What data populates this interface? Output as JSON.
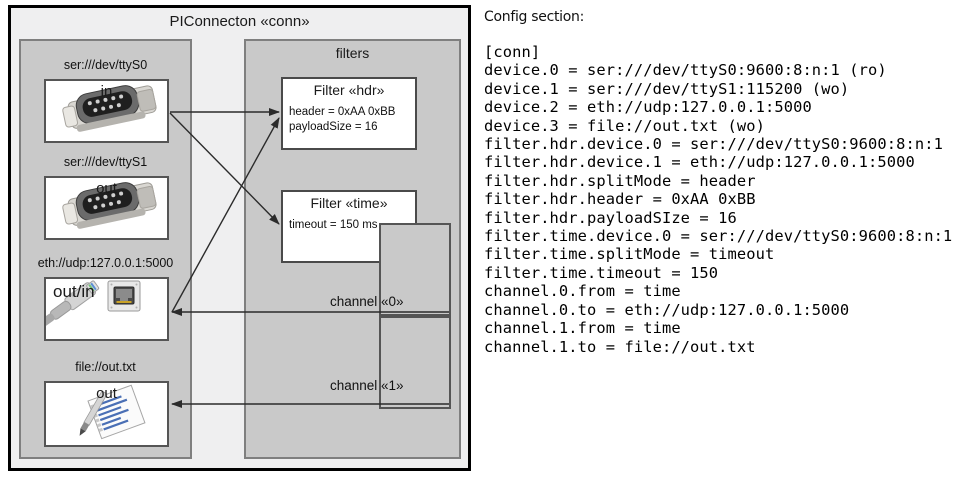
{
  "diagram": {
    "title": "PIConnecton «conn»",
    "devices_group": {
      "name": "devices-group",
      "items": [
        {
          "caption": "ser:///dev/ttyS0",
          "tile_label": "in",
          "icon": "serial-port-icon",
          "label_align": "center"
        },
        {
          "caption": "ser:///dev/ttyS1",
          "tile_label": "out",
          "icon": "serial-port-icon",
          "label_align": "center"
        },
        {
          "caption": "eth://udp:127.0.0.1:5000",
          "tile_label": "out/in",
          "icon": "ethernet-jack-icon",
          "label_align": "left"
        },
        {
          "caption": "file://out.txt",
          "tile_label": "out",
          "icon": "text-document-icon",
          "label_align": "center"
        }
      ]
    },
    "filters_group": {
      "title": "filters",
      "filters": [
        {
          "title": "Filter «hdr»",
          "props": [
            "header = 0xAA 0xBB",
            "payloadSize = 16"
          ]
        },
        {
          "title": "Filter «time»",
          "props": [
            "timeout = 150 ms"
          ]
        }
      ],
      "channels": [
        {
          "label": "channel «0»"
        },
        {
          "label": "channel «1»"
        }
      ]
    }
  },
  "config": {
    "heading": "Config section:",
    "lines": [
      "[conn]",
      "device.0 = ser:///dev/ttyS0:9600:8:n:1 (ro)",
      "device.1 = ser:///dev/ttyS1:115200 (wo)",
      "device.2 = eth://udp:127.0.0.1:5000",
      "device.3 = file://out.txt (wo)",
      "filter.hdr.device.0 = ser:///dev/ttyS0:9600:8:n:1",
      "filter.hdr.device.1 = eth://udp:127.0.0.1:5000",
      "filter.hdr.splitMode = header",
      "filter.hdr.header = 0xAA 0xBB",
      "filter.hdr.payloadSIze = 16",
      "filter.time.device.0 = ser:///dev/ttyS0:9600:8:n:1",
      "filter.time.splitMode = timeout",
      "filter.time.timeout = 150",
      "channel.0.from = time",
      "channel.0.to = eth://udp:127.0.0.1:5000",
      "channel.1.from = time",
      "channel.1.to = file://out.txt"
    ],
    "text": "[conn]\ndevice.0 = ser:///dev/ttyS0:9600:8:n:1 (ro)\ndevice.1 = ser:///dev/ttyS1:115200 (wo)\ndevice.2 = eth://udp:127.0.0.1:5000\ndevice.3 = file://out.txt (wo)\nfilter.hdr.device.0 = ser:///dev/ttyS0:9600:8:n:1\nfilter.hdr.device.1 = eth://udp:127.0.0.1:5000\nfilter.hdr.splitMode = header\nfilter.hdr.header = 0xAA 0xBB\nfilter.hdr.payloadSIze = 16\nfilter.time.device.0 = ser:///dev/ttyS0:9600:8:n:1\nfilter.time.splitMode = timeout\nfilter.time.timeout = 150\nchannel.0.from = time\nchannel.0.to = eth://udp:127.0.0.1:5000\nchannel.1.from = time\nchannel.1.to = file://out.txt"
  },
  "colors": {
    "page_background": "#ffffff",
    "frame_background": "#efeff0",
    "group_background": "#c9c9c9",
    "group_border": "#7f7f7f",
    "tile_background": "#ffffff",
    "tile_border": "#555555",
    "text": "#111111",
    "arrow": "#333333"
  }
}
